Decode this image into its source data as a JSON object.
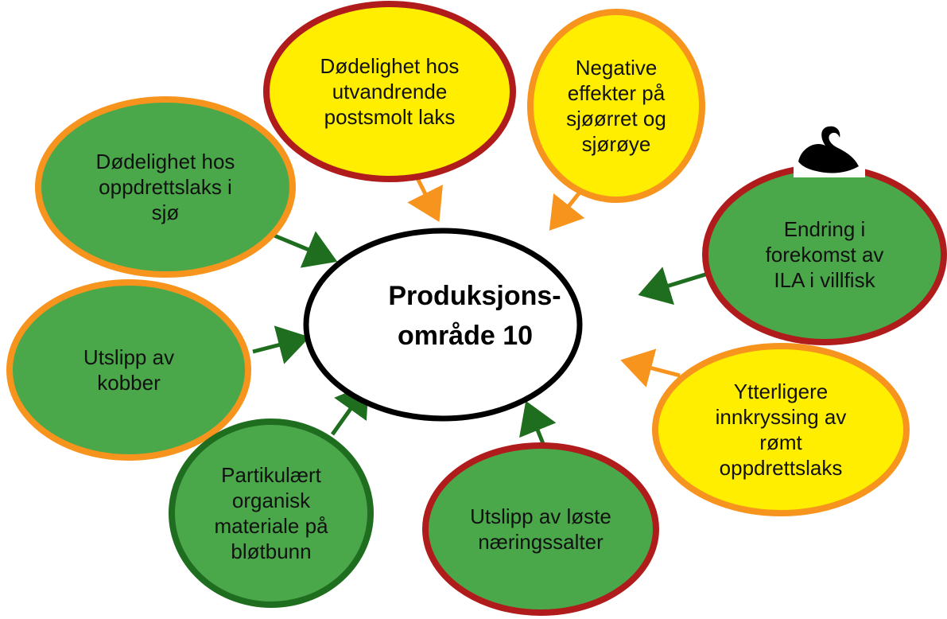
{
  "colors": {
    "green_fill": "#4aa84a",
    "yellow_fill": "#ffee00",
    "orange_border": "#f7941d",
    "red_border": "#b01c1c",
    "dark_green_border": "#1f6e1f",
    "arrow_green": "#1f6e1f",
    "arrow_orange": "#f7941d",
    "center_fill": "#ffffff",
    "center_border": "#000000"
  },
  "center": {
    "lines": [
      "Produksjons-",
      "område 10"
    ]
  },
  "nodes": [
    {
      "id": "dodelighet-postsmolt",
      "lines": [
        "Dødelighet hos",
        "utvandrende",
        "postsmolt laks"
      ],
      "fill": "yellow",
      "border": "red",
      "arrow": "orange"
    },
    {
      "id": "negative-effekter",
      "lines": [
        "Negative",
        "effekter på",
        "sjøørret og",
        "sjørøye"
      ],
      "fill": "yellow",
      "border": "orange",
      "arrow": "orange"
    },
    {
      "id": "dodelighet-oppdrettslaks",
      "lines": [
        "Dødelighet hos",
        "oppdrettslaks i",
        "sjø"
      ],
      "fill": "green",
      "border": "orange",
      "arrow": "green"
    },
    {
      "id": "endring-ila",
      "lines": [
        "Endring i",
        "forekomst av",
        "ILA i villfisk"
      ],
      "fill": "green",
      "border": "red",
      "arrow": "green",
      "badge": "black-swan-icon"
    },
    {
      "id": "utslipp-kobber",
      "lines": [
        "Utslipp av",
        "kobber"
      ],
      "fill": "green",
      "border": "orange",
      "arrow": "green"
    },
    {
      "id": "ytterligere-innkryssing",
      "lines": [
        "Ytterligere",
        "innkryssing av",
        "rømt",
        "oppdrettslaks"
      ],
      "fill": "yellow",
      "border": "orange",
      "arrow": "orange"
    },
    {
      "id": "partikulaert-organisk",
      "lines": [
        "Partikulært",
        "organisk",
        "materiale på",
        "bløtbunn"
      ],
      "fill": "green",
      "border": "dark_green",
      "arrow": "green"
    },
    {
      "id": "utslipp-naeringssalter",
      "lines": [
        "Utslipp av løste",
        "næringssalter"
      ],
      "fill": "green",
      "border": "red",
      "arrow": "green"
    }
  ]
}
